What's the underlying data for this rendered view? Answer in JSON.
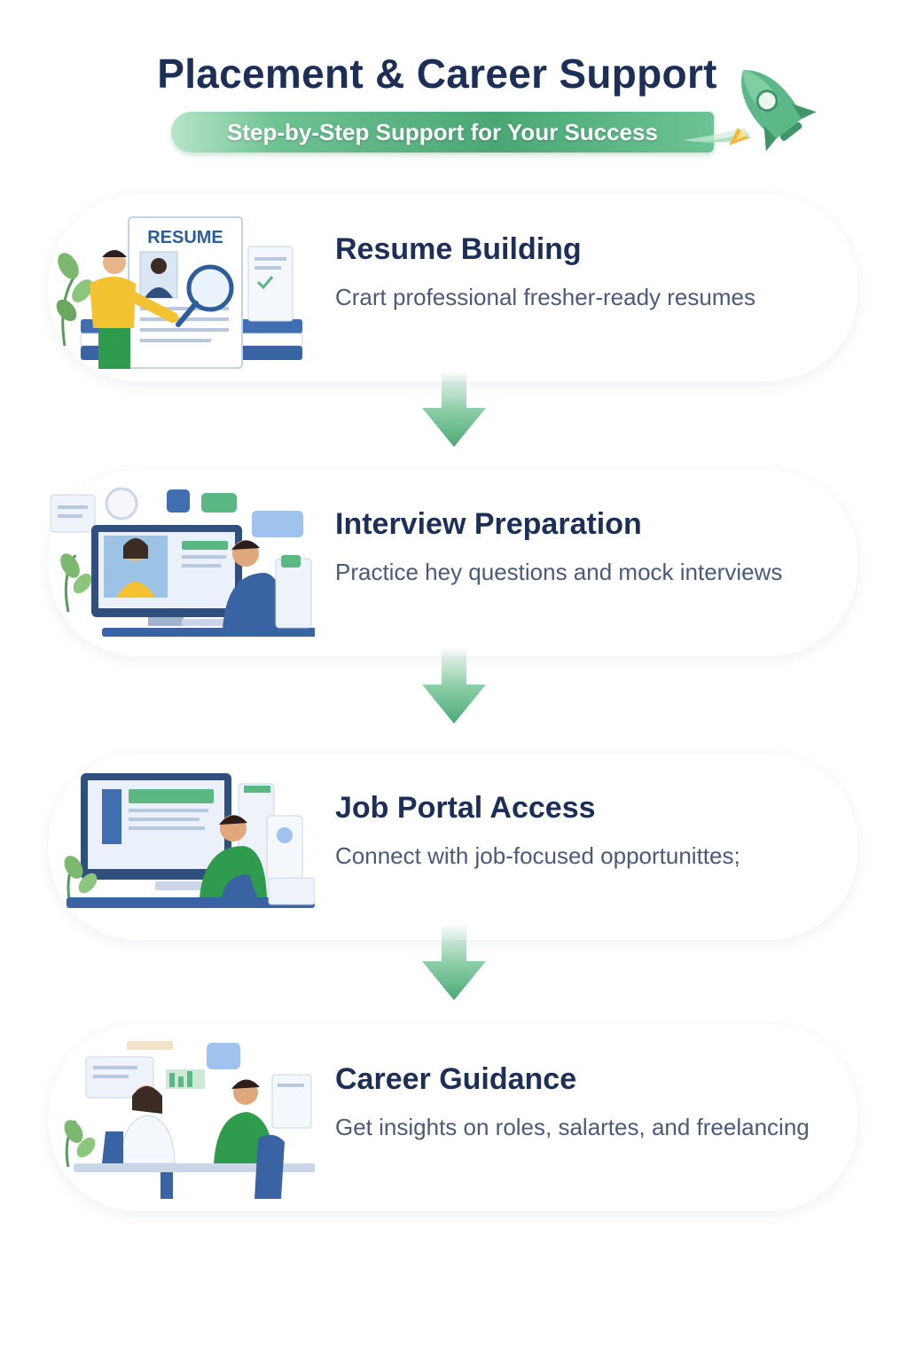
{
  "header": {
    "title": "Placement & Career Support",
    "subtitle": "Step-by-Step Support for Your Success"
  },
  "illustration_labels": {
    "resume": "RESUME"
  },
  "steps": [
    {
      "title": "Resume Building",
      "description": "Crart professional fresher-ready resumes"
    },
    {
      "title": "Interview Preparation",
      "description": "Practice hey questions and mock interviews"
    },
    {
      "title": "Job Portal Access",
      "description": "Connect with job-focused opportunittes;"
    },
    {
      "title": "Career Guidance",
      "description": "Get insights on roles, salartes, and freelancing"
    }
  ],
  "colors": {
    "title": "#1d2f57",
    "accent_green": "#4aa775",
    "arrow_green": "#5cb883",
    "description": "#4a5a78"
  },
  "icons": [
    "rocket-icon",
    "down-arrow-icon"
  ]
}
